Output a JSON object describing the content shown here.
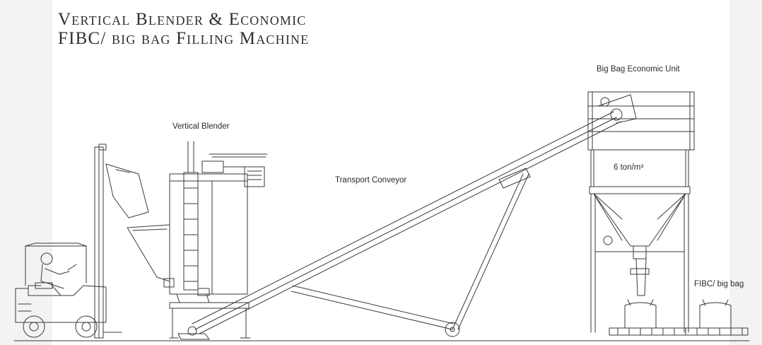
{
  "title": {
    "line1": "Vertical Blender & Economic",
    "line2": "FIBC/ big bag Filling Machine"
  },
  "labels": {
    "vertical_blender": "Vertical Blender",
    "transport_conveyor": "Transport Conveyor",
    "big_bag_unit": "Big Bag Economic Unit",
    "capacity": "6 ton/m³",
    "fibc_bag": "FIBC/ big bag"
  },
  "colors": {
    "line": "#3a3a3a",
    "background": "#ffffff",
    "margin": "#f3f3f3"
  }
}
